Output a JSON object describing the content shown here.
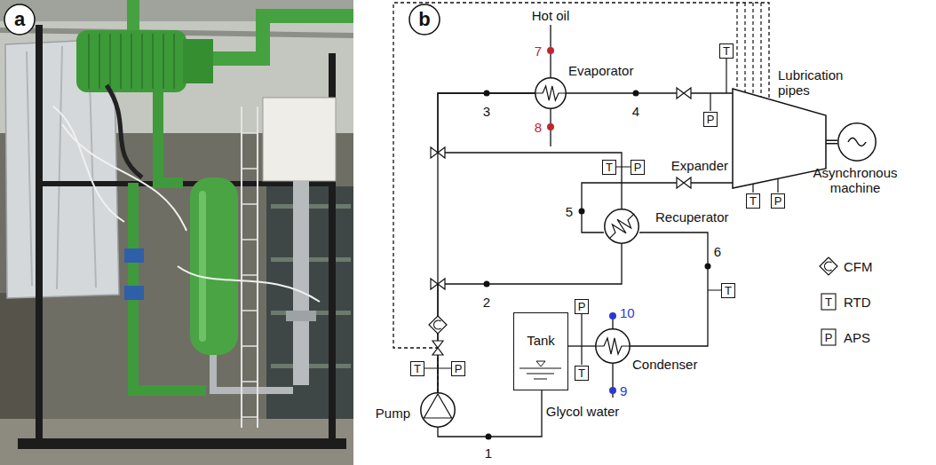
{
  "diagram": {
    "nodes": [
      {
        "text": [
          "Evaporator"
        ]
      },
      {
        "text": [
          "Expander"
        ]
      },
      {
        "text": [
          "Asynchronous machine"
        ]
      },
      {
        "text": [
          "Recuperator"
        ]
      },
      {
        "text": [
          "Condenser"
        ]
      },
      {
        "text": [
          "Tank"
        ]
      },
      {
        "text": [
          "Pump"
        ]
      },
      {
        "text": [
          "T"
        ]
      },
      {
        "text": [
          "P"
        ]
      },
      {
        "text": [
          "T"
        ]
      },
      {
        "text": [
          "P"
        ]
      },
      {
        "text": [
          "T"
        ]
      },
      {
        "text": [
          "P"
        ]
      },
      {
        "text": [
          "T"
        ]
      },
      {
        "text": [
          "P"
        ]
      },
      {
        "text": [
          "T"
        ]
      },
      {
        "text": [
          "T"
        ]
      },
      {
        "text": [
          "P"
        ]
      }
    ],
    "edges": [
      {
        "from": 6,
        "to": 0,
        "arrow": "none"
      },
      {
        "from": 6,
        "to": 3,
        "arrow": "none"
      },
      {
        "from": 3,
        "to": 0,
        "arrow": "none"
      },
      {
        "from": 0,
        "to": 1,
        "arrow": "none"
      },
      {
        "from": 1,
        "to": 3,
        "arrow": "none"
      },
      {
        "from": 3,
        "to": 4,
        "arrow": "none"
      },
      {
        "from": 4,
        "to": 5,
        "arrow": "none"
      },
      {
        "from": 5,
        "to": 6,
        "arrow": "none"
      },
      {
        "from": 6,
        "to": 1,
        "arrow": "none"
      },
      {
        "from": 1,
        "to": 2,
        "arrow": "none"
      }
    ],
    "labels": [
      "a",
      "b",
      "Hot oil",
      "7",
      "8",
      "3",
      "4",
      "Lubrication pipes",
      "5",
      "6",
      "10",
      "9",
      "Glycol water",
      "2",
      "1",
      "T",
      "P"
    ],
    "legend": [
      {
        "text": "CFM"
      },
      {
        "text": "RTD"
      },
      {
        "text": "APS"
      }
    ]
  }
}
